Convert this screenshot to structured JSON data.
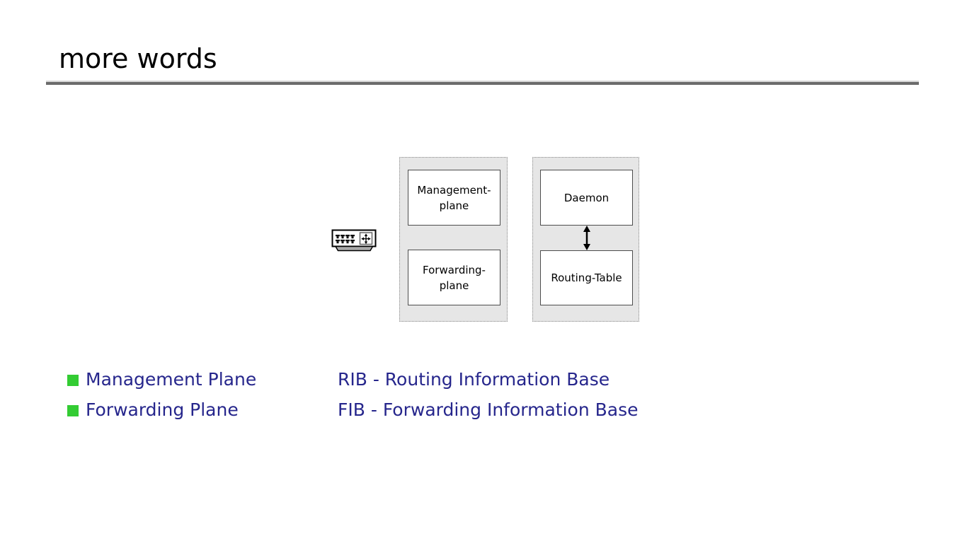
{
  "slide": {
    "title": "more words"
  },
  "colors": {
    "title_text": "#000000",
    "body_text_navy": "#26268C",
    "bullet_green": "#33CC33",
    "panel_fill_gray": "#E6E6E6",
    "panel_dotted_border": "#8A8A8A",
    "box_border_gray": "#4D4D4D",
    "rule_dark_gray": "#6B6B6B",
    "rule_light_gray": "#D6D6D6"
  },
  "diagram": {
    "device_icon": "network-device-icon",
    "planes_panel": {
      "boxes": [
        {
          "label": "Management-\nplane"
        },
        {
          "label": "Forwarding-\nplane"
        }
      ]
    },
    "daemon_panel": {
      "boxes": [
        {
          "label": "Daemon"
        },
        {
          "label": "Routing-Table"
        }
      ],
      "connector": "double-headed-arrow"
    }
  },
  "bullets": [
    {
      "term": "Management Plane",
      "definition": "RIB - Routing Information Base"
    },
    {
      "term": "Forwarding Plane",
      "definition": "FIB - Forwarding Information Base"
    }
  ]
}
